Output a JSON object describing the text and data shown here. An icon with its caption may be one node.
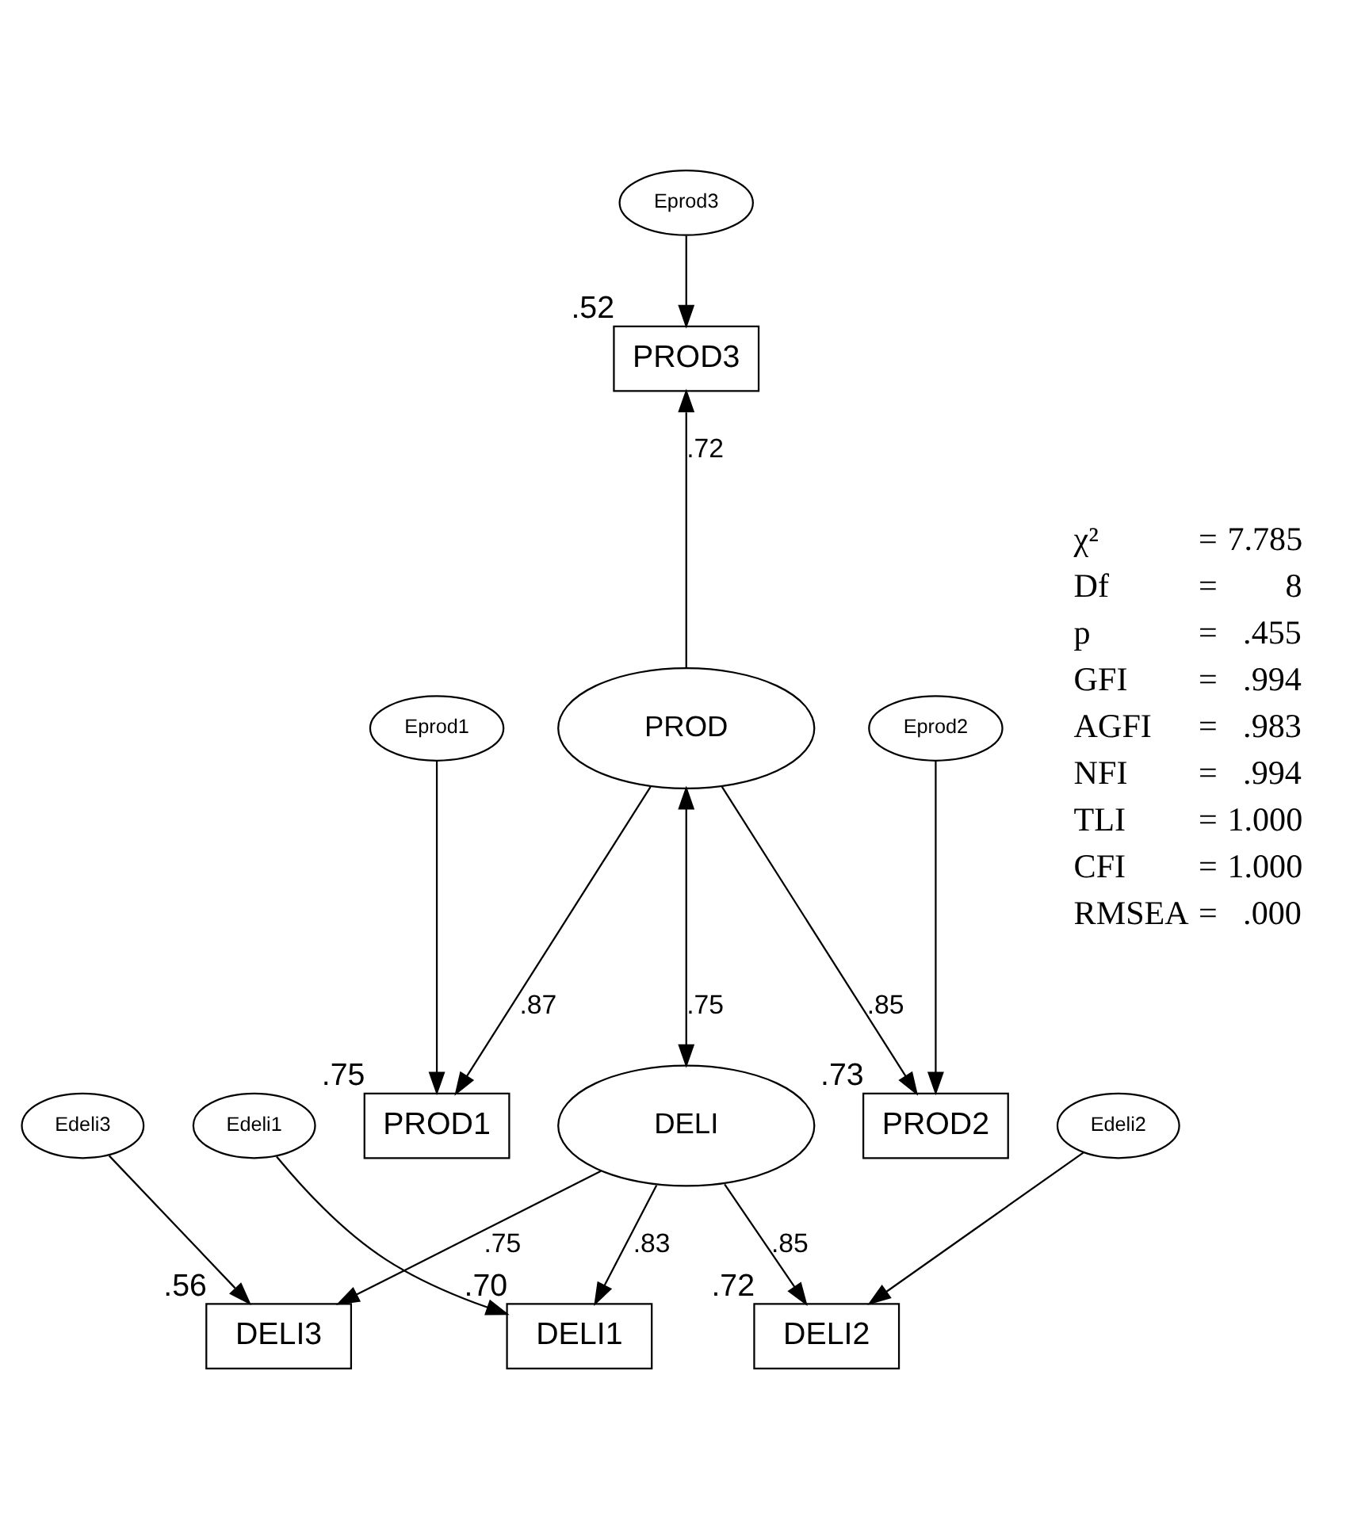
{
  "diagram": {
    "nodes": [
      {
        "text": [
          "Eprod1"
        ]
      },
      {
        "text": [
          "Eprod2"
        ]
      },
      {
        "text": [
          "Eprod3"
        ]
      },
      {
        "text": [
          "PROD1"
        ],
        "beside": [
          ".75"
        ]
      },
      {
        "text": [
          "PROD2"
        ],
        "beside": [
          ".73"
        ]
      },
      {
        "text": [
          "PROD3"
        ],
        "beside": [
          ".52"
        ]
      },
      {
        "text": [
          "PROD"
        ]
      },
      {
        "text": [
          "DELI"
        ]
      },
      {
        "text": [
          "DELI1"
        ],
        "beside": [
          ".70"
        ]
      },
      {
        "text": [
          "DELI2"
        ],
        "beside": [
          ".72"
        ]
      },
      {
        "text": [
          "DELI3"
        ],
        "beside": [
          ".56"
        ]
      },
      {
        "text": [
          "Edeli1"
        ]
      },
      {
        "text": [
          "Edeli2"
        ]
      },
      {
        "text": [
          "Edeli3"
        ]
      }
    ],
    "edges": [
      {
        "from": 0,
        "to": 3,
        "arrow": "to"
      },
      {
        "from": 1,
        "to": 4,
        "arrow": "to"
      },
      {
        "from": 2,
        "to": 5,
        "arrow": "to"
      },
      {
        "from": 6,
        "to": 3,
        "arrow": "to",
        "label": ".87"
      },
      {
        "from": 6,
        "to": 4,
        "arrow": "to",
        "label": ".85"
      },
      {
        "from": 6,
        "to": 5,
        "arrow": "to",
        "label": ".72"
      },
      {
        "from": 6,
        "to": 7,
        "arrow": "both",
        "label": ".75"
      },
      {
        "from": 7,
        "to": 8,
        "arrow": "to",
        "label": ".83"
      },
      {
        "from": 7,
        "to": 9,
        "arrow": "to",
        "label": ".85"
      },
      {
        "from": 7,
        "to": 10,
        "arrow": "to",
        "label": ".75"
      },
      {
        "from": 11,
        "to": 8,
        "arrow": "to"
      },
      {
        "from": 12,
        "to": 9,
        "arrow": "to"
      },
      {
        "from": 13,
        "to": 10,
        "arrow": "to"
      }
    ],
    "labels": [
      "χ²",
      "=",
      "7.785",
      "Df",
      "=",
      "8",
      "p",
      "=",
      ".455",
      "GFI",
      "=",
      ".994",
      "AGFI",
      "=",
      ".983",
      "NFI",
      "=",
      ".994",
      "TLI",
      "=",
      "1.000",
      "CFI",
      "=",
      "1.000",
      "RMSEA",
      "=",
      ".000"
    ]
  }
}
